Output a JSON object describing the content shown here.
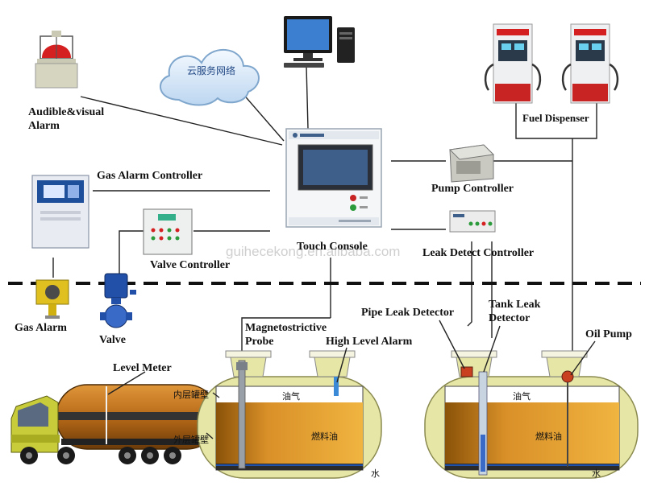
{
  "labels": {
    "audible_alarm": [
      "Audible&visual",
      "Alarm"
    ],
    "gas_alarm_controller": "Gas Alarm Controller",
    "valve_controller": "Valve Controller",
    "gas_alarm": "Gas Alarm",
    "valve": "Valve",
    "touch_console": "Touch Console",
    "pump_controller": "Pump Controller",
    "leak_detect_controller": "Leak Detect Controller",
    "fuel_dispenser": "Fuel Dispenser",
    "cloud": "云服务网络",
    "level_meter": "Level Meter",
    "magnetostrictive_probe": [
      "Magnetostrictive",
      "Probe"
    ],
    "high_level_alarm": "High Level Alarm",
    "pipe_leak_detector": "Pipe Leak Detector",
    "tank_leak_detector": [
      "Tank Leak",
      "Detector"
    ],
    "oil_pump": "Oil Pump",
    "inner_wall": "内层罐壁",
    "outer_wall": "外层罐壁",
    "vapor_left": "油气",
    "fuel_left": "燃料油",
    "water_left": "水",
    "vapor_right": "油气",
    "fuel_right": "燃料油",
    "water_right": "水"
  },
  "watermark": "guihecekong.en.alibaba.com",
  "colors": {
    "fuel": "#d08a1c",
    "tank_body": "#e6e6a6",
    "alarm_red": "#d42020",
    "truck_tank": "#b86a18",
    "truck_cab": "#c8cc3a",
    "screen_blue": "#3d5f8a",
    "water_line": "#1e5fd6"
  }
}
